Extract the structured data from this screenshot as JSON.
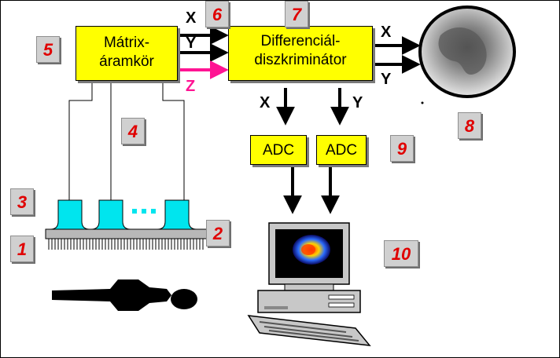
{
  "boxes": {
    "matrix_line1": "Mátrix-",
    "matrix_line2": "áramkör",
    "diff_line1": "Differenciál-",
    "diff_line2": "diszkriminátor",
    "adc1": "ADC",
    "adc2": "ADC"
  },
  "signals": {
    "x": "X",
    "y": "Y",
    "z": "Z"
  },
  "badges": {
    "b1": "1",
    "b2": "2",
    "b3": "3",
    "b4": "4",
    "b5": "5",
    "b6": "6",
    "b7": "7",
    "b8": "8",
    "b9": "9",
    "b10": "10"
  },
  "colors": {
    "box_fill": "#ffff00",
    "badge_text": "#e00000",
    "z_signal": "#ff1493",
    "pmt": "#00e5ee",
    "monitor": "#c8c8c8"
  },
  "icons": [
    "pmt-tube-icon",
    "crystal-collimator-icon",
    "patient-silhouette-icon",
    "scan-image-icon",
    "computer-icon",
    "keyboard-icon"
  ]
}
